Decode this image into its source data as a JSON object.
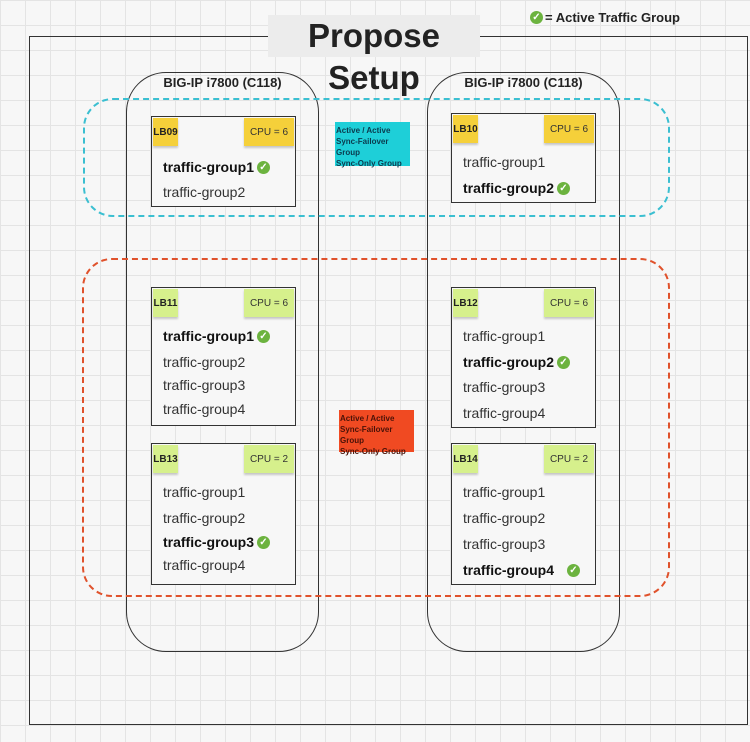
{
  "title": "Propose Setup",
  "legend": "= Active Traffic Group",
  "columns": [
    "BIG-IP i7800 (C118)",
    "BIG-IP i7800 (C118)"
  ],
  "notes": {
    "cyan": [
      "Active / Active",
      "Sync-Failover Group",
      "Sync-Only Group"
    ],
    "red": [
      "Active / Active",
      "Sync-Failover Group",
      "Sync-Only Group"
    ]
  },
  "colors": {
    "cyan": "#3bbfd1",
    "red": "#e0522c",
    "yellow": "#f5d03a",
    "green": "#d6f08c",
    "check": "#6cb33f"
  },
  "boxes": [
    {
      "name": "LB09",
      "cpu": "CPU = 6",
      "groups": [
        "traffic-group1",
        "traffic-group2"
      ],
      "active": 0
    },
    {
      "name": "LB10",
      "cpu": "CPU = 6",
      "groups": [
        "traffic-group1",
        "traffic-group2"
      ],
      "active": 1
    },
    {
      "name": "LB11",
      "cpu": "CPU = 6",
      "groups": [
        "traffic-group1",
        "traffic-group2",
        "traffic-group3",
        "traffic-group4"
      ],
      "active": 0
    },
    {
      "name": "LB12",
      "cpu": "CPU = 6",
      "groups": [
        "traffic-group1",
        "traffic-group2",
        "traffic-group3",
        "traffic-group4"
      ],
      "active": 1
    },
    {
      "name": "LB13",
      "cpu": "CPU = 2",
      "groups": [
        "traffic-group1",
        "traffic-group2",
        "traffic-group3",
        "traffic-group4"
      ],
      "active": 2
    },
    {
      "name": "LB14",
      "cpu": "CPU = 2",
      "groups": [
        "traffic-group1",
        "traffic-group2",
        "traffic-group3",
        "traffic-group4"
      ],
      "active": 3
    }
  ]
}
